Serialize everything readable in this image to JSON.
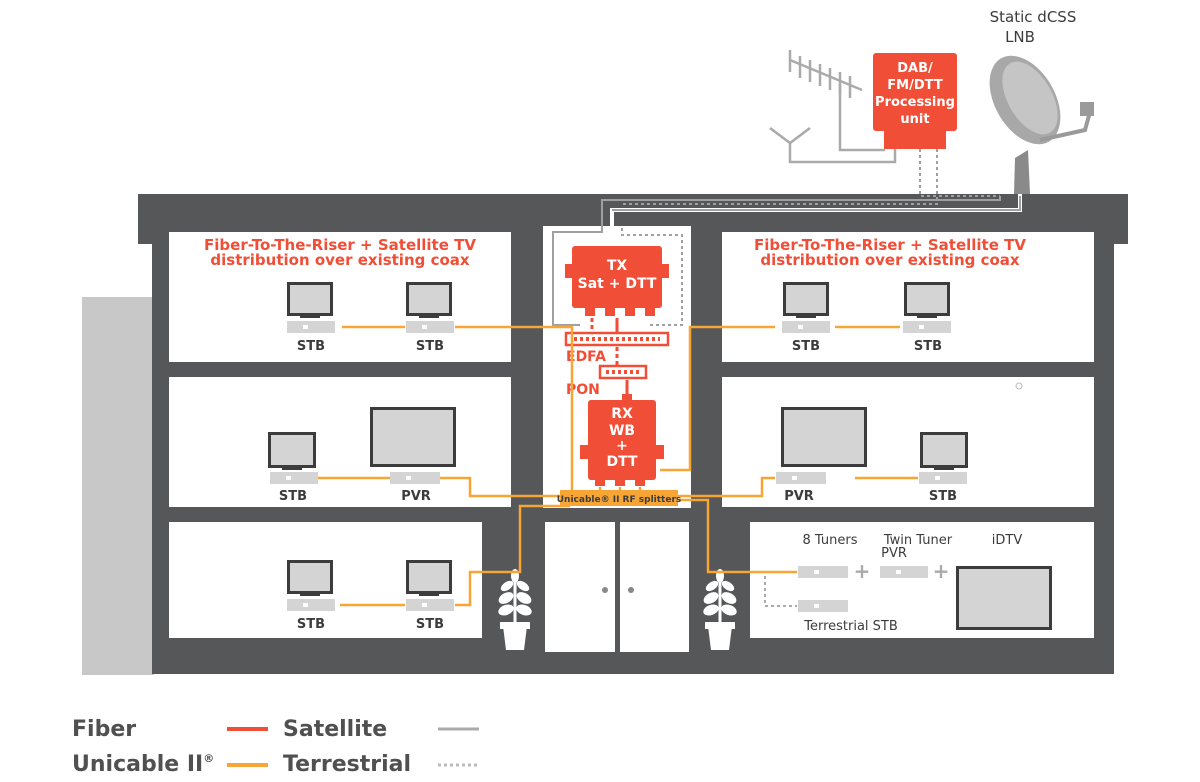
{
  "top": {
    "lnb_line1": "Static dCSS",
    "lnb_line2": "LNB",
    "proc": [
      "DAB/",
      "FM/DTT",
      "Processing",
      "unit"
    ]
  },
  "left_title": [
    "Fiber-To-The-Riser + Satellite TV",
    "distribution over existing coax"
  ],
  "right_title": [
    "Fiber-To-The-Riser + Satellite TV",
    "distribution over existing coax"
  ],
  "riser": {
    "tx": [
      "TX",
      "Sat + DTT"
    ],
    "edfa": "EDFA",
    "pon": "PON",
    "rx": [
      "RX",
      "WB",
      "+",
      "DTT"
    ],
    "splitters": "Unicable® II RF splitters"
  },
  "labels": {
    "stb": "STB",
    "pvr": "PVR",
    "tuners": "8 Tuners",
    "twin1": "Twin Tuner",
    "twin2": "PVR",
    "idtv": "iDTV",
    "terrestrial_stb": "Terrestrial STB",
    "plus": "+"
  },
  "legend": {
    "fiber": "Fiber",
    "unicable": "Unicable II",
    "reg": "®",
    "satellite": "Satellite",
    "terrestrial": "Terrestrial",
    "colors": {
      "fiber": "#f04e37",
      "unicable": "#f7a535",
      "satellite": "#aaaaaa",
      "terrestrial": "#bbbbbb"
    }
  }
}
